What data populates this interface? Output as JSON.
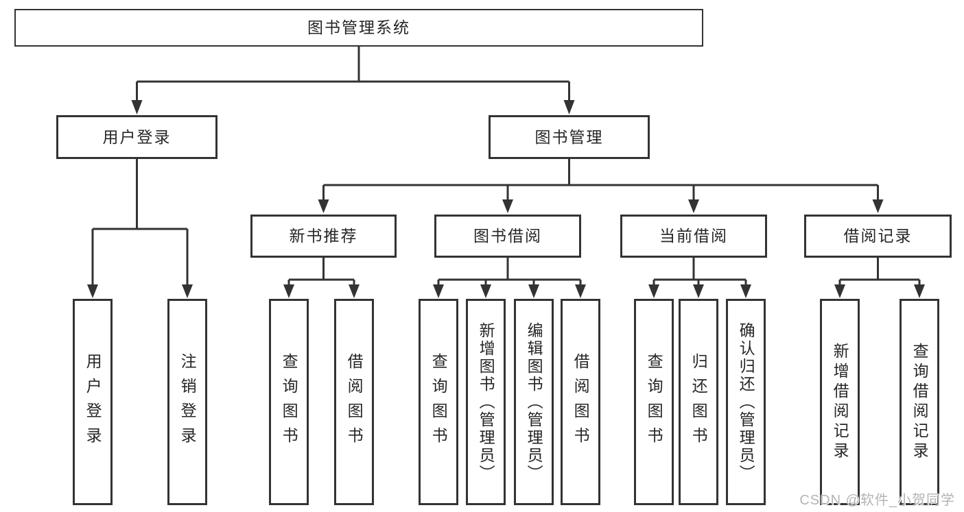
{
  "nodes": {
    "root": {
      "label": "图书管理系统"
    },
    "level2": [
      {
        "label": "用户登录"
      },
      {
        "label": "图书管理"
      }
    ],
    "level3": [
      {
        "label": "新书推荐",
        "parent": "图书管理"
      },
      {
        "label": "图书借阅",
        "parent": "图书管理"
      },
      {
        "label": "当前借阅",
        "parent": "图书管理"
      },
      {
        "label": "借阅记录",
        "parent": "图书管理"
      }
    ],
    "leaves": [
      {
        "label": "用户登录",
        "parent": "用户登录"
      },
      {
        "label": "注销登录",
        "parent": "用户登录"
      },
      {
        "label": "查询图书",
        "parent": "新书推荐"
      },
      {
        "label": "借阅图书",
        "parent": "新书推荐"
      },
      {
        "label": "查询图书",
        "parent": "图书借阅"
      },
      {
        "label": "新增图书（管理员）",
        "parent": "图书借阅"
      },
      {
        "label": "编辑图书（管理员）",
        "parent": "图书借阅"
      },
      {
        "label": "借阅图书",
        "parent": "图书借阅"
      },
      {
        "label": "查询图书",
        "parent": "当前借阅"
      },
      {
        "label": "归还图书",
        "parent": "当前借阅"
      },
      {
        "label": "确认归还（管理员）",
        "parent": "当前借阅"
      },
      {
        "label": "新增借阅记录",
        "parent": "借阅记录"
      },
      {
        "label": "查询借阅记录",
        "parent": "借阅记录"
      }
    ]
  },
  "watermark": {
    "text": "CSDN @软件_小贺同学"
  },
  "colors": {
    "line": "#333333",
    "border": "#333333",
    "background": "#ffffff",
    "text": "#262626",
    "watermark": "#b4b4b4"
  }
}
